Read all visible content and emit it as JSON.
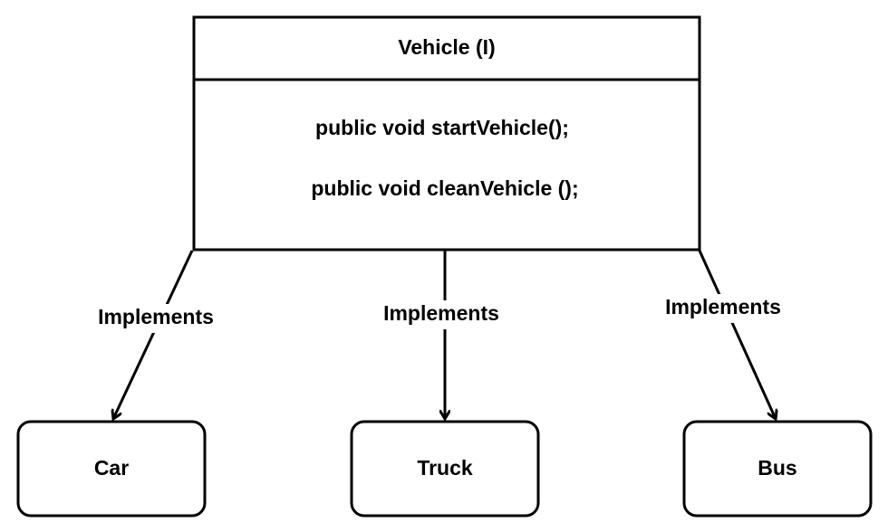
{
  "interface": {
    "title": "Vehicle (I)",
    "methods": [
      "public void startVehicle();",
      "public void cleanVehicle ();"
    ]
  },
  "relations": [
    {
      "label": "Implements",
      "target": "Car"
    },
    {
      "label": "Implements",
      "target": "Truck"
    },
    {
      "label": "Implements",
      "target": "Bus"
    }
  ],
  "colors": {
    "stroke": "#000000",
    "fill": "#ffffff",
    "text": "#000000"
  }
}
